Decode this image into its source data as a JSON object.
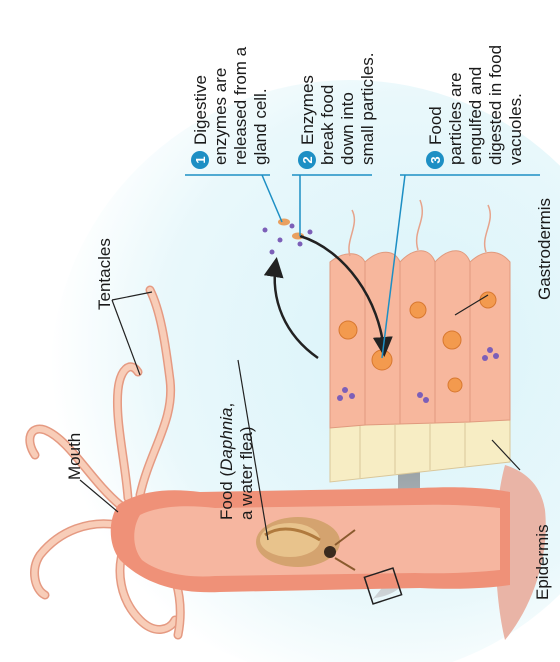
{
  "labels": {
    "mouth": "Mouth",
    "tentacles": "Tentacles",
    "food_prefix": "Food (",
    "food_genus": "Daphnia",
    "food_suffix": ",",
    "food_line2": "a water flea)",
    "gastrodermis": "Gastrodermis",
    "epidermis": "Epidermis"
  },
  "steps": [
    {
      "number": "1",
      "lines": [
        "Digestive",
        "enzymes are",
        "released from a",
        "gland cell."
      ]
    },
    {
      "number": "2",
      "lines": [
        "Enzymes",
        "break food",
        "down into",
        "small particles."
      ]
    },
    {
      "number": "3",
      "lines": [
        "Food",
        "particles are",
        "engulfed and",
        "digested in food",
        "vacuoles."
      ]
    }
  ],
  "colors": {
    "step_badge": "#1d8fc4",
    "body_wall": "#f3a48c",
    "tissue": "#f7c2ae",
    "epidermis_cells": "#f7edc4",
    "background_glow": "#cdeef7",
    "arrow": "#9aa2a8"
  }
}
